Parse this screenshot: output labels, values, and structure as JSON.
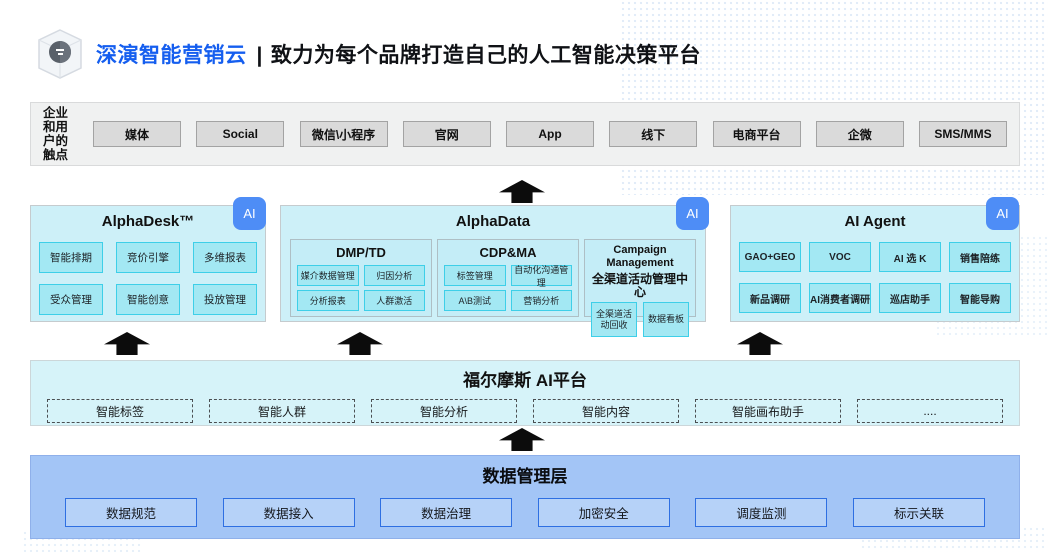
{
  "header": {
    "brand": "深演智能营销云",
    "separator": "|",
    "tagline": "致力为每个品牌打造自己的人工智能决策平台"
  },
  "touchpoints": {
    "label_lines": [
      "企业",
      "和用",
      "户的",
      "触点"
    ],
    "items": [
      "媒体",
      "Social",
      "微信\\小程序",
      "官网",
      "App",
      "线下",
      "电商平台",
      "企微",
      "SMS/MMS"
    ]
  },
  "panels": {
    "alphadesk": {
      "title": "AlphaDesk™",
      "badge": "AI",
      "items": [
        "智能排期",
        "竞价引擎",
        "多维报表",
        "受众管理",
        "智能创意",
        "投放管理"
      ]
    },
    "alphadata": {
      "title": "AlphaData",
      "badge": "AI",
      "groups": [
        {
          "title": "DMP/TD",
          "items": [
            "媒介数据管理",
            "归因分析",
            "分析报表",
            "人群激活"
          ]
        },
        {
          "title": "CDP&MA",
          "items": [
            "标签管理",
            "自动化沟通管理",
            "A\\B测试",
            "营销分析"
          ]
        },
        {
          "title_line1": "Campaign Management",
          "title_line2": "全渠道活动管理中心",
          "items": [
            "全渠道活动回收",
            "数据看板"
          ]
        }
      ]
    },
    "aiagent": {
      "title": "AI Agent",
      "badge": "AI",
      "items": [
        "GAO+GEO",
        "VOC",
        "AI 选 K",
        "销售陪练",
        "新品调研",
        "AI消费者调研",
        "巡店助手",
        "智能导购"
      ]
    }
  },
  "holmes": {
    "title": "福尔摩斯 AI平台",
    "items": [
      "智能标签",
      "智能人群",
      "智能分析",
      "智能内容",
      "智能画布助手",
      "...."
    ]
  },
  "data_layer": {
    "title": "数据管理层",
    "items": [
      "数据规范",
      "数据接入",
      "数据治理",
      "加密安全",
      "调度监测",
      "标示关联"
    ]
  },
  "colors": {
    "brand_blue": "#155EEF",
    "ai_badge_blue": "#4E8DF6",
    "panel_cyan_bg": "#CDF0F8",
    "item_cyan_bg": "#A3E8F3",
    "item_cyan_border": "#3ECFE8",
    "data_layer_bg": "#A3C5F6",
    "data_box_border": "#2E6FE2",
    "touchpoint_bg": "#DADADA",
    "arrow_black": "#0C0C0C"
  }
}
